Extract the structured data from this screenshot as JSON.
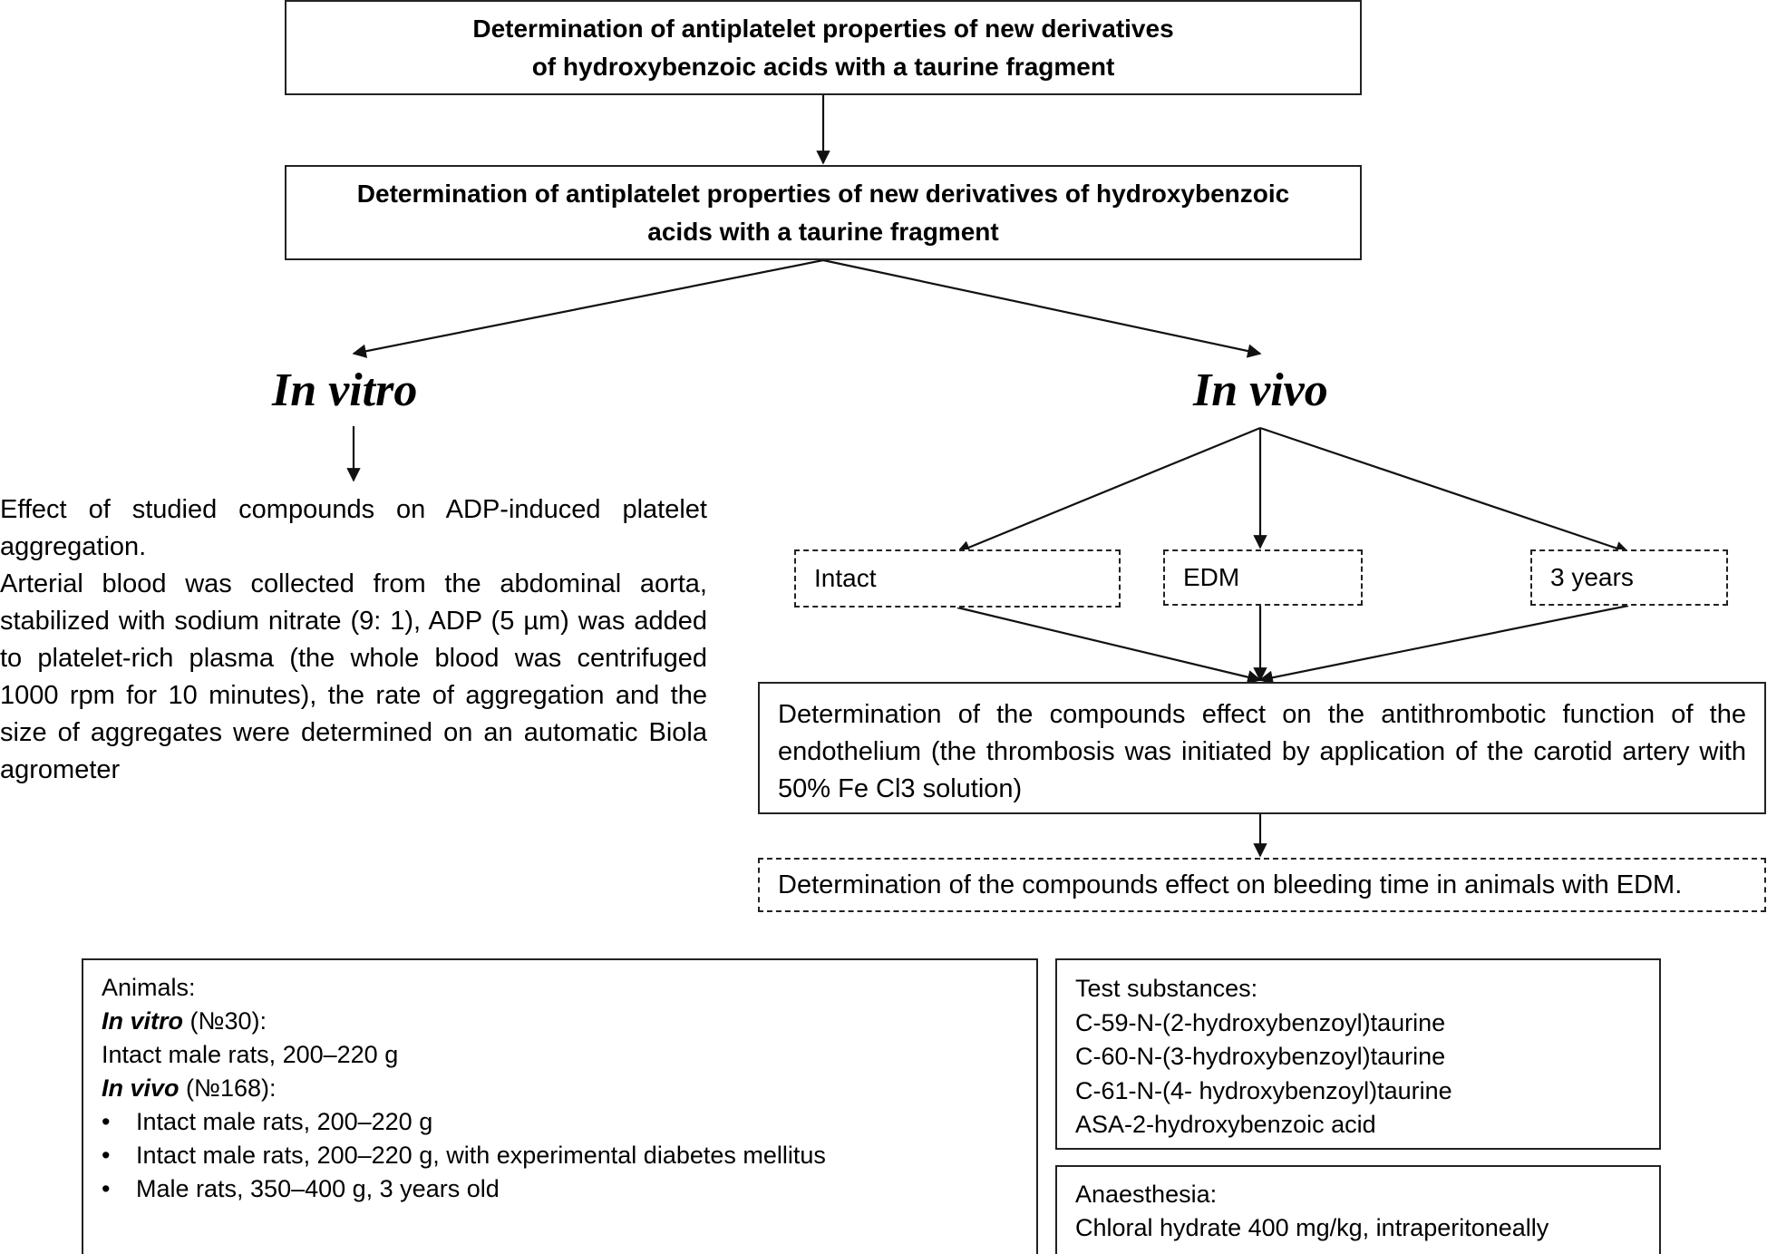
{
  "title": {
    "line1": "Determination of antiplatelet properties of new derivatives",
    "line2": "of hydroxybenzoic acids with a taurine fragment"
  },
  "subtitle": {
    "line1": "Determination of antiplatelet properties of new derivatives of hydroxybenzoic",
    "line2": "acids with a taurine fragment"
  },
  "branches": {
    "in_vitro": "In vitro",
    "in_vivo": "In vivo"
  },
  "in_vitro_text": {
    "paragraph1": "Effect of studied compounds on ADP-induced platelet aggregation.",
    "paragraph2": "Arterial blood was collected from the abdominal aorta, stabilized with sodium nitrate (9: 1), ADP (5 µm) was added to platelet-rich plasma (the whole blood was centrifuged 1000 rpm for 10 minutes), the rate of aggregation and the size of aggregates were determined on an automatic Biola agrometer"
  },
  "groups": {
    "intact": "Intact",
    "edm": "EDM",
    "three_years": "3 years"
  },
  "endothelium_text": "Determination of the compounds effect on the antithrombotic function of the endothelium (the thrombosis was initiated by application of the carotid artery with 50% Fe Cl3 solution)",
  "bleeding_text": "Determination of the compounds effect on bleeding time in animals with EDM.",
  "animals": {
    "heading": "Animals:",
    "in_vitro_label": "In vitro",
    "in_vitro_count": " (№30):",
    "in_vitro_item": "Intact male rats, 200–220 g",
    "in_vivo_label": "In vivo",
    "in_vivo_count": " (№168):",
    "bullet_symbol": "•",
    "in_vivo_items": [
      "Intact male rats, 200–220 g",
      "Intact male rats, 200–220 g, with experimental diabetes mellitus",
      "Male rats, 350–400 g, 3 years old"
    ]
  },
  "test_substances": {
    "heading": "Test substances:",
    "items": [
      "C-59-N-(2-hydroxybenzoyl)taurine",
      "C-60-N-(3-hydroxybenzoyl)taurine",
      "C-61-N-(4- hydroxybenzoyl)taurine",
      "ASA-2-hydroxybenzoic acid"
    ]
  },
  "anaesthesia": {
    "heading": "Anaesthesia:",
    "text": "Chloral hydrate 400 mg/kg, intraperitoneally"
  }
}
